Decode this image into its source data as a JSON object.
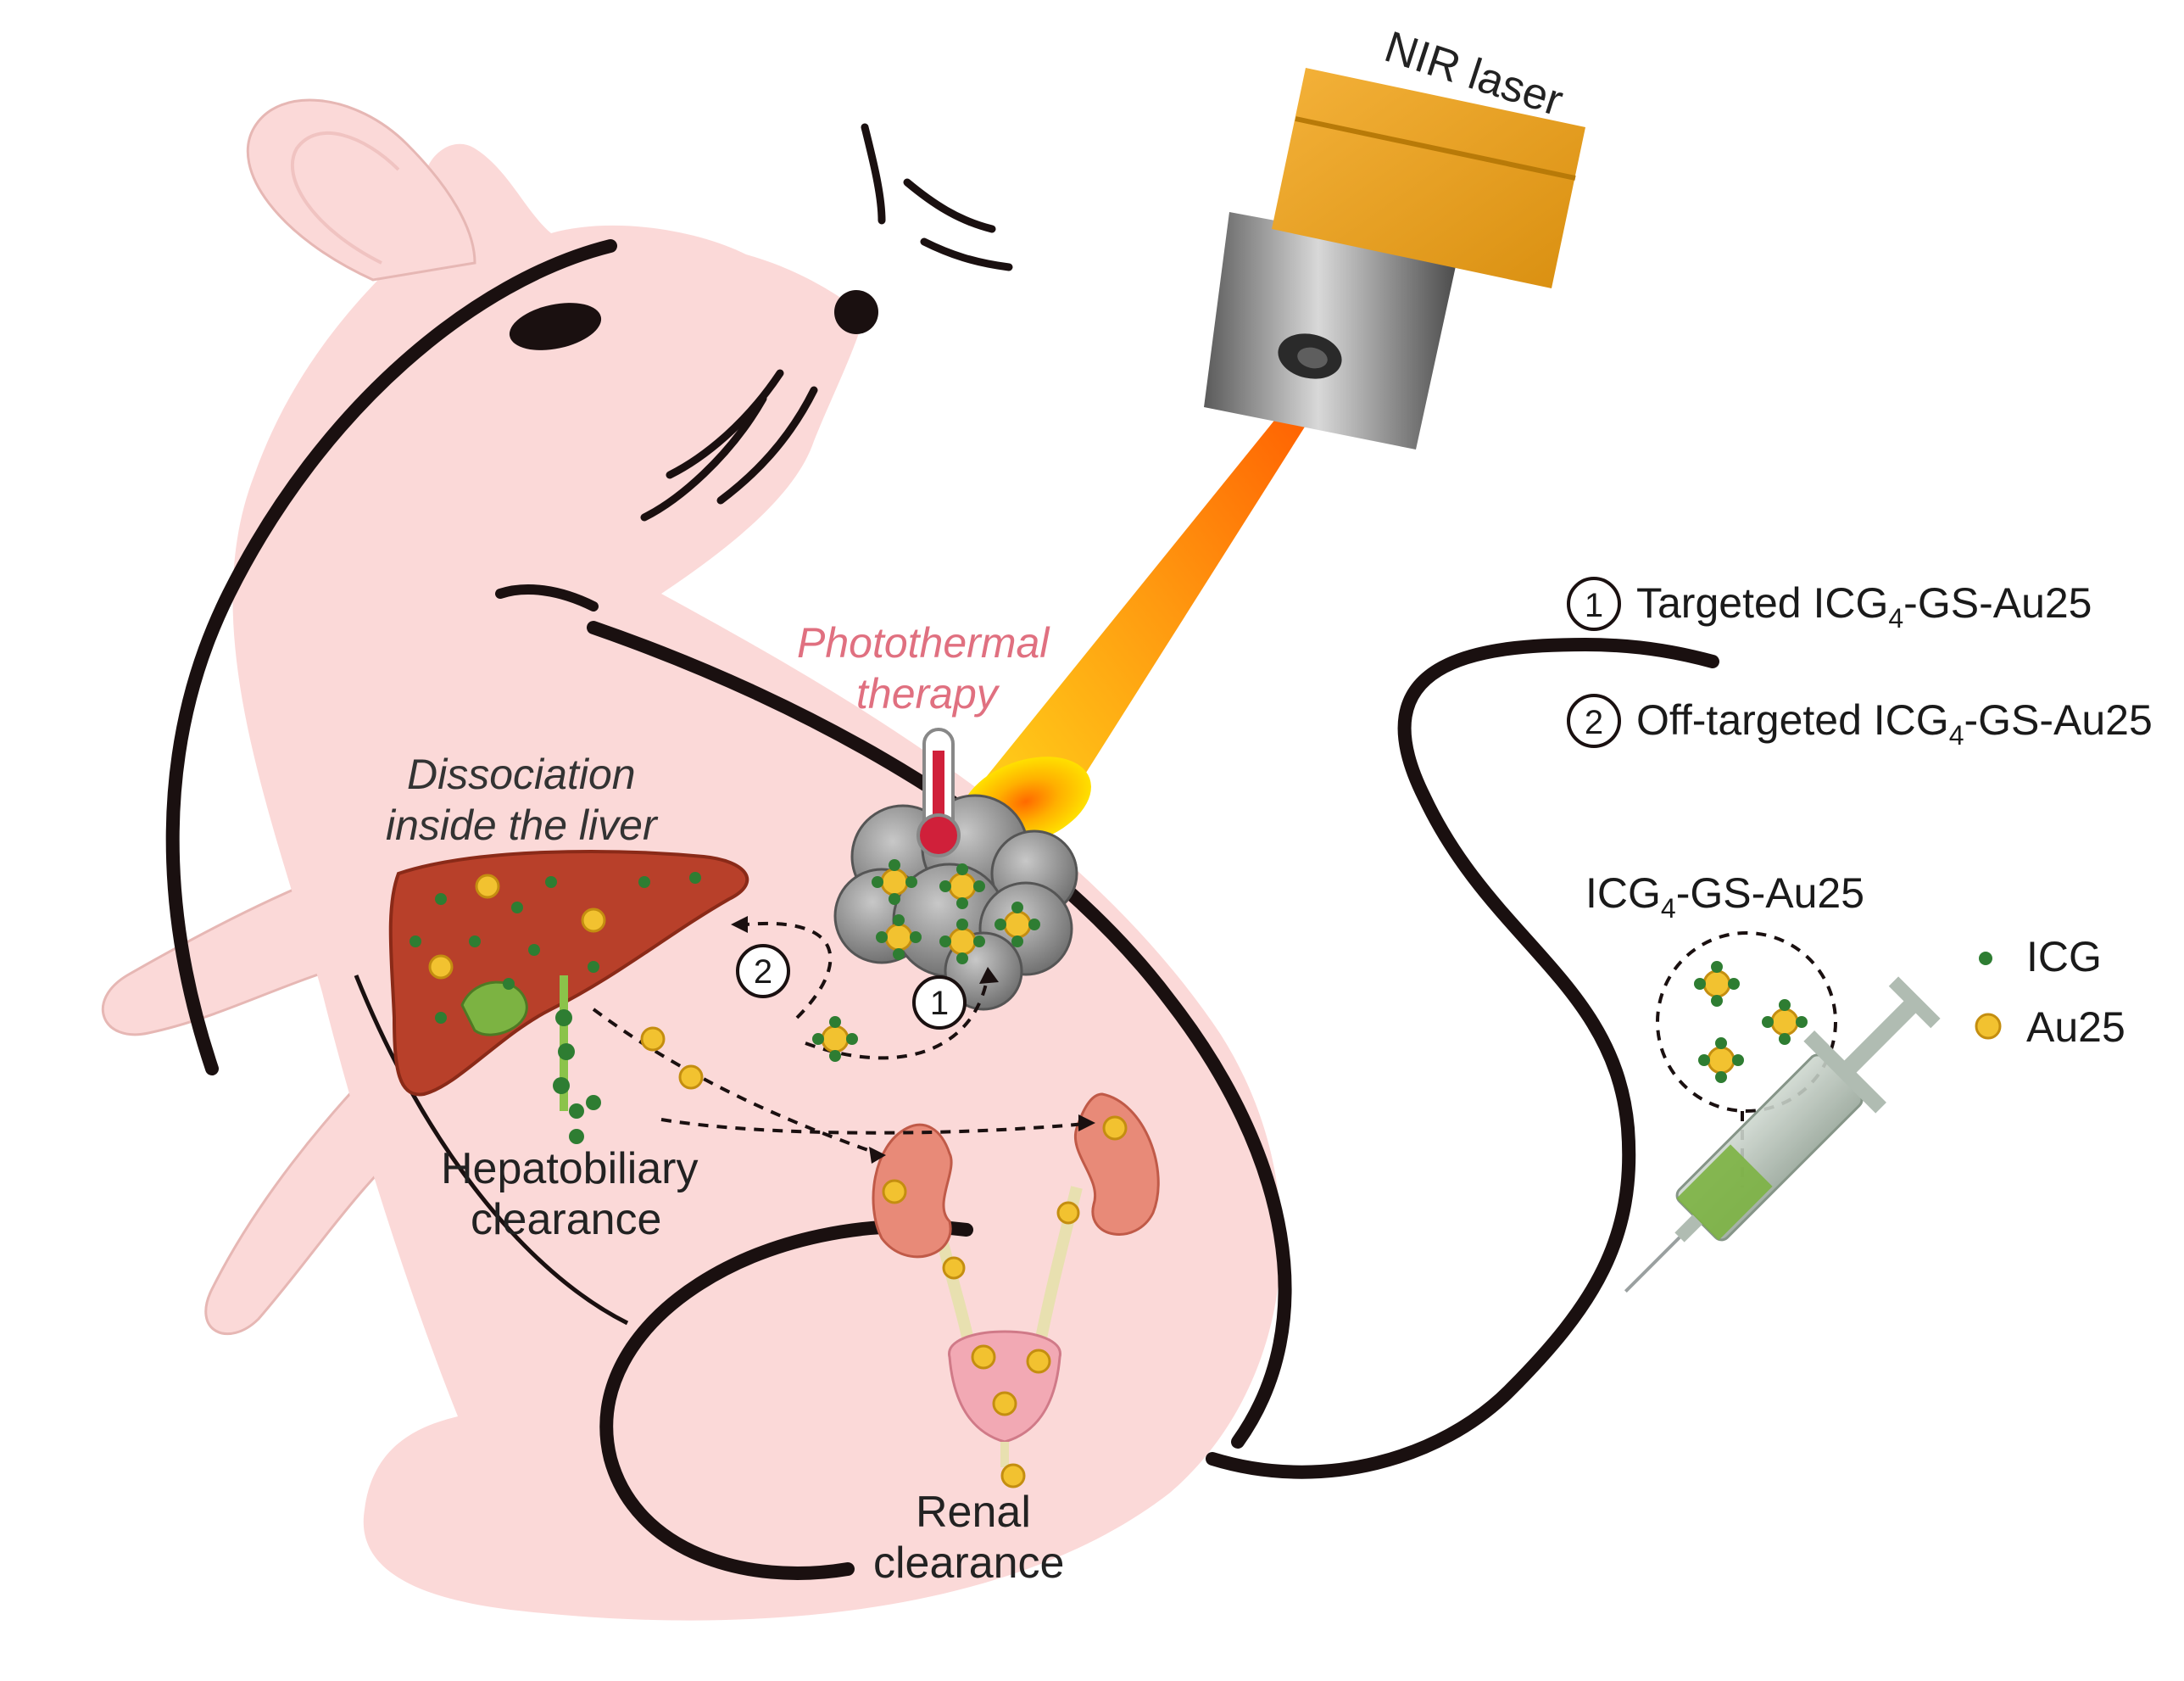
{
  "labels": {
    "nir_laser": "NIR laser",
    "photothermal_line1": "Photothermal",
    "photothermal_line2": "therapy",
    "dissociation_line1": "Dissociation",
    "dissociation_line2": "inside the liver",
    "hepatobiliary_line1": "Hepatobiliary",
    "hepatobiliary_line2": "clearance",
    "renal_line1": "Renal",
    "renal_line2": "clearance",
    "circle1": "1",
    "circle2": "2"
  },
  "legend": {
    "item1": {
      "num": "1",
      "prefix": "Targeted ICG",
      "sub": "4",
      "suffix": "-GS-Au25"
    },
    "item2": {
      "num": "2",
      "prefix": "Off-targeted ICG",
      "sub": "4",
      "suffix": "-GS-Au25"
    },
    "compound": {
      "prefix": "ICG",
      "sub": "4",
      "suffix": "-GS-Au25"
    },
    "icg": "ICG",
    "au25": "Au25"
  },
  "colors": {
    "mouse_fill": "#fbd9d8",
    "outline": "#1a1010",
    "liver": "#b8402a",
    "kidney": "#e88a78",
    "gold": "#f2c230",
    "icg": "#2e7d32",
    "laser_gold": "#e8a317",
    "beam": "#ff8c00",
    "label_pink": "#e07080"
  }
}
